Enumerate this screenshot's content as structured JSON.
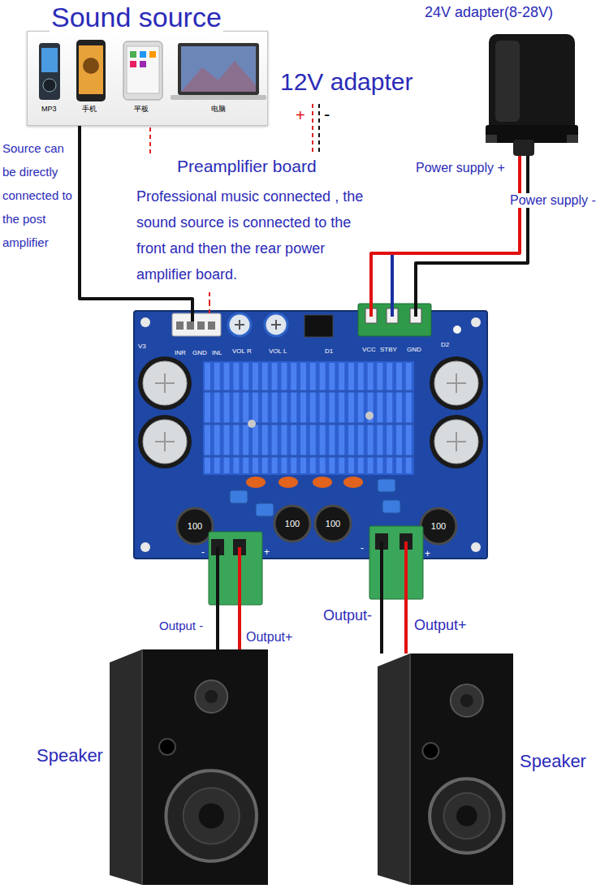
{
  "diagram": {
    "nodes": [
      {
        "text": [
          "Sound source",
          "MP3",
          "手机",
          "平板",
          "电脑"
        ]
      },
      {
        "text": [
          "24V adapter(8-28V)"
        ]
      },
      {
        "text": [
          "V3",
          "INR",
          "GND",
          "INL",
          "VOL R",
          "VOL L",
          "D1",
          "VCC",
          "STBY",
          "GND",
          "D2",
          "100",
          "100",
          "100",
          "100",
          "-",
          "+",
          "-",
          "+"
        ]
      },
      {
        "text": [
          "Speaker"
        ]
      },
      {
        "text": [
          "Speaker"
        ]
      }
    ],
    "edges": [
      {
        "from": 0,
        "to": 2,
        "arrow": "none"
      },
      {
        "from": 1,
        "to": 2,
        "label": "Power supply +",
        "arrow": "none"
      },
      {
        "from": 1,
        "to": 2,
        "label": "Power supply -",
        "arrow": "none"
      },
      {
        "from": 2,
        "to": 3,
        "label": "Output -",
        "arrow": "none"
      },
      {
        "from": 2,
        "to": 3,
        "label": "Output+",
        "arrow": "none"
      },
      {
        "from": 2,
        "to": 4,
        "label": "Output-",
        "arrow": "none"
      },
      {
        "from": 2,
        "to": 4,
        "label": "Output+",
        "arrow": "none"
      }
    ],
    "labels": [
      "12V adapter",
      "+",
      "-",
      "Source can be directly connected to the post amplifier",
      "Preamplifier board",
      "Professional music connected , the sound source is connected to the front and then the rear power amplifier board."
    ]
  }
}
